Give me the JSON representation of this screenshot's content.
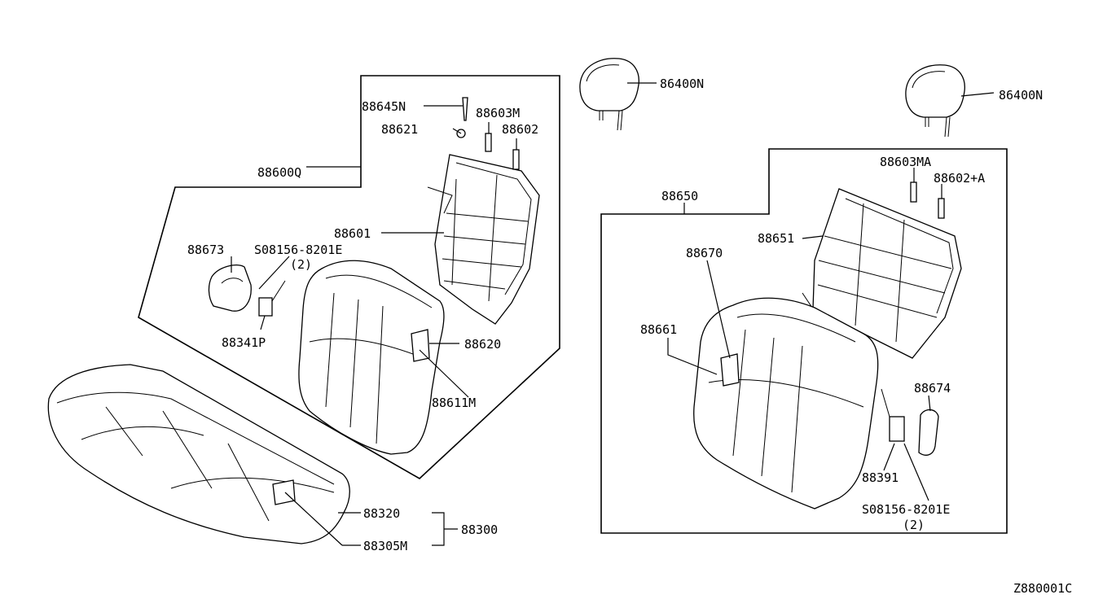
{
  "diagram_id": "Z880001C",
  "labels": {
    "p88645N": "88645N",
    "p88603M": "88603M",
    "p88621": "88621",
    "p88602": "88602",
    "p88600Q": "88600Q",
    "p88601": "88601",
    "p88673": "88673",
    "p08156_left": "S08156-8201E",
    "qty_left": "(2)",
    "p88341P": "88341P",
    "p88620": "88620",
    "p88611M": "88611M",
    "p88320": "88320",
    "p88300": "88300",
    "p88305M": "88305M",
    "p86400N_left": "86400N",
    "p86400N_right": "86400N",
    "p88603MA": "88603MA",
    "p88602A": "88602+A",
    "p88650": "88650",
    "p88651": "88651",
    "p88670": "88670",
    "p88661": "88661",
    "p88674": "88674",
    "p88391": "88391",
    "p08156_right": "S08156-8201E",
    "qty_right": "(2)"
  }
}
